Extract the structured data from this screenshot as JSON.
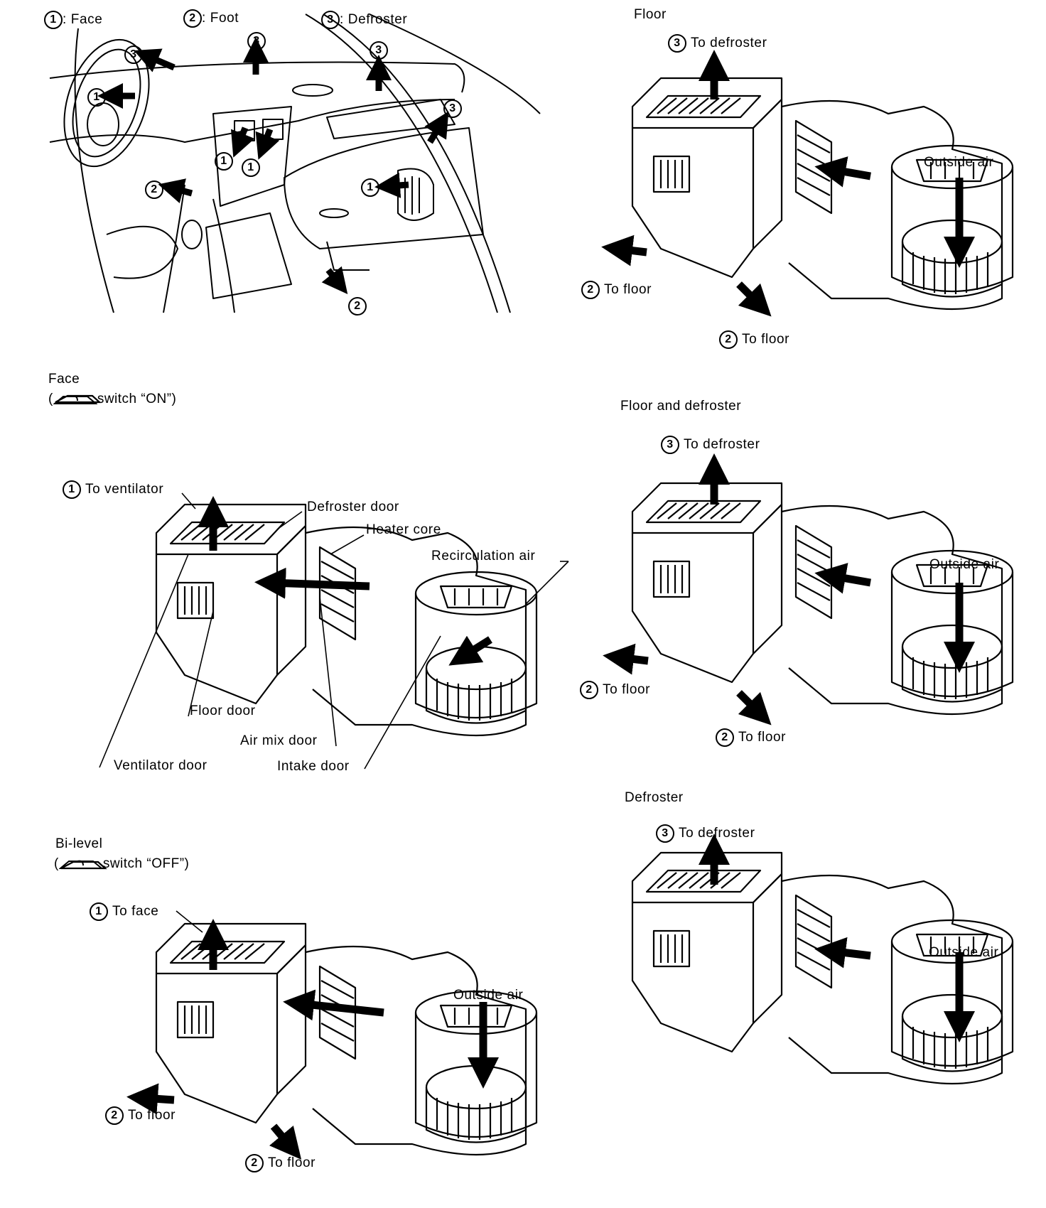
{
  "legend": {
    "face": {
      "num": "1",
      "text": ": Face"
    },
    "foot": {
      "num": "2",
      "text": ": Foot"
    },
    "defroster": {
      "num": "3",
      "text": ": Defroster"
    }
  },
  "dash_markers": [
    "3",
    "3",
    "3",
    "3",
    "1",
    "1",
    "1",
    "1",
    "2",
    "2"
  ],
  "panels": {
    "floor": {
      "title": "Floor",
      "to_defroster": {
        "num": "3",
        "text": "To defroster"
      },
      "outside_air": "Outside air",
      "to_floor_1": {
        "num": "2",
        "text": "To floor"
      },
      "to_floor_2": {
        "num": "2",
        "text": "To floor"
      }
    },
    "face": {
      "title": "Face",
      "switch_open": "(",
      "switch_text": "switch “ON”)",
      "to_ventilator": {
        "num": "1",
        "text": "To ventilator"
      },
      "defroster_door": "Defroster door",
      "heater_core": "Heater core",
      "recirculation_air": "Recirculation air",
      "floor_door": "Floor door",
      "air_mix_door": "Air mix door",
      "ventilator_door": "Ventilator door",
      "intake_door": "Intake door"
    },
    "floor_defroster": {
      "title": "Floor and defroster",
      "to_defroster": {
        "num": "3",
        "text": "To defroster"
      },
      "outside_air": "Outside air",
      "to_floor_1": {
        "num": "2",
        "text": "To floor"
      },
      "to_floor_2": {
        "num": "2",
        "text": "To floor"
      }
    },
    "bilevel": {
      "title": "Bi-level",
      "switch_open": "(",
      "switch_text": "switch “OFF”)",
      "to_face": {
        "num": "1",
        "text": "To face"
      },
      "outside_air": "Outside air",
      "to_floor_1": {
        "num": "2",
        "text": "To floor"
      },
      "to_floor_2": {
        "num": "2",
        "text": "To floor"
      }
    },
    "defroster": {
      "title": "Defroster",
      "to_defroster": {
        "num": "3",
        "text": "To defroster"
      },
      "outside_air": "Outside air"
    }
  }
}
